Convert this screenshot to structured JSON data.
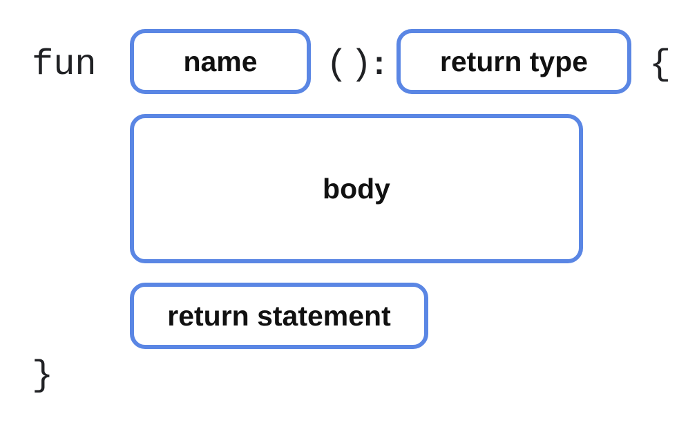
{
  "diagram": {
    "keyword": "fun",
    "parens": "()",
    "colon": ":",
    "open_brace": "{",
    "close_brace": "}",
    "name_label": "name",
    "return_type_label": "return type",
    "body_label": "body",
    "return_statement_label": "return statement",
    "box_border_color": "#5a86e4"
  }
}
